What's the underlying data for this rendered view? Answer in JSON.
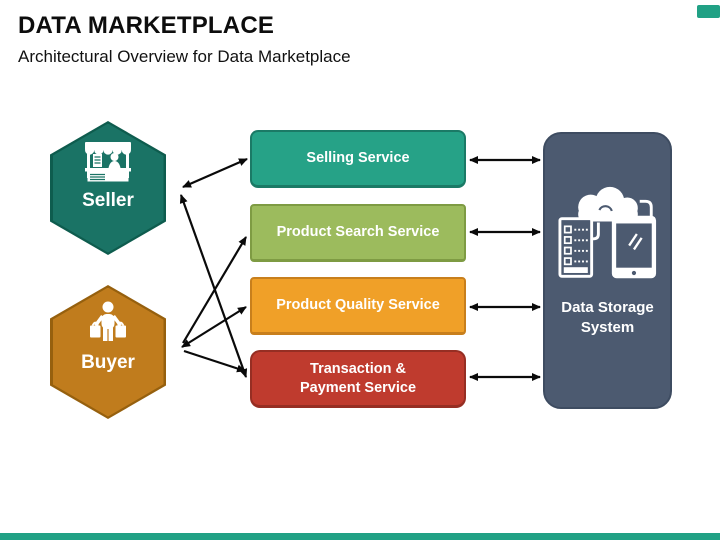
{
  "header": {
    "title": "DATA MARKETPLACE",
    "subtitle": "Architectural Overview for Data Marketplace"
  },
  "actors": [
    {
      "label": "Seller",
      "icon": "market-stall-icon",
      "color": "#1A7365"
    },
    {
      "label": "Buyer",
      "icon": "shopping-bags-icon",
      "color": "#C07C1D"
    }
  ],
  "services": [
    {
      "label": "Selling Service",
      "fill": "#26A287",
      "border": "#1B7A66"
    },
    {
      "label": "Product Search Service",
      "fill": "#9CBB5D",
      "border": "#7E9B43"
    },
    {
      "label": "Product Quality Service",
      "fill": "#F0A028",
      "border": "#C87F1C"
    },
    {
      "label": "Transaction & Payment Service",
      "label_line1": "Transaction &",
      "label_line2": "Payment Service",
      "fill": "#BF3B2E",
      "border": "#962E23"
    }
  ],
  "storage": {
    "label": "Data Storage System",
    "label_line1": "Data Storage",
    "label_line2": "System",
    "icon": "cloud-storage-devices-icon",
    "fill": "#4C5A70"
  },
  "connections": [
    {
      "from": "Seller",
      "to": "Selling Service",
      "bidirectional": true
    },
    {
      "from": "Seller",
      "to": "Transaction & Payment Service",
      "bidirectional": true
    },
    {
      "from": "Buyer",
      "to": "Product Search Service",
      "bidirectional": false
    },
    {
      "from": "Buyer",
      "to": "Product Quality Service",
      "bidirectional": true
    },
    {
      "from": "Buyer",
      "to": "Transaction & Payment Service",
      "bidirectional": false
    },
    {
      "from": "Selling Service",
      "to": "Data Storage System",
      "bidirectional": true
    },
    {
      "from": "Product Search Service",
      "to": "Data Storage System",
      "bidirectional": true
    },
    {
      "from": "Product Quality Service",
      "to": "Data Storage System",
      "bidirectional": true
    },
    {
      "from": "Transaction & Payment Service",
      "to": "Data Storage System",
      "bidirectional": true
    }
  ],
  "footer": {
    "accent_bar_color": "#21A185"
  },
  "brand_mark": {
    "color": "#21A185"
  }
}
